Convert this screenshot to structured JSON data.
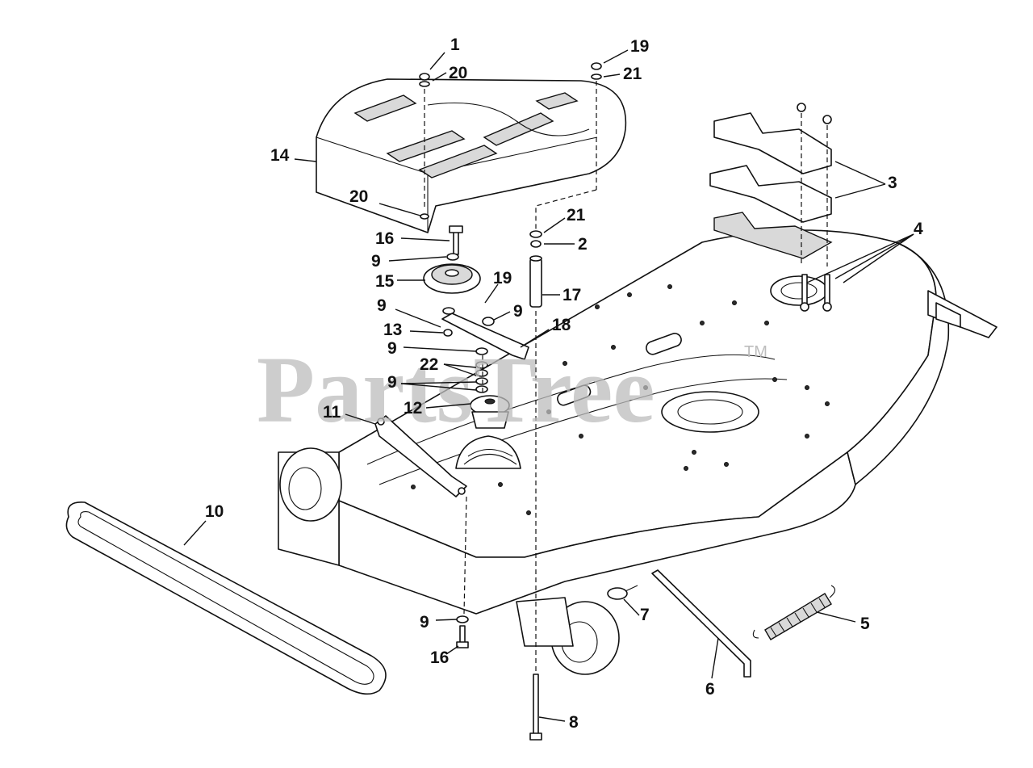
{
  "watermark": {
    "text": "PartsTree",
    "trademark": "TM"
  },
  "callouts": [
    {
      "id": "c1",
      "label": "1"
    },
    {
      "id": "c20a",
      "label": "20"
    },
    {
      "id": "c19a",
      "label": "19"
    },
    {
      "id": "c21a",
      "label": "21"
    },
    {
      "id": "c14",
      "label": "14"
    },
    {
      "id": "c20b",
      "label": "20"
    },
    {
      "id": "c3",
      "label": "3"
    },
    {
      "id": "c4",
      "label": "4"
    },
    {
      "id": "c21b",
      "label": "21"
    },
    {
      "id": "c16a",
      "label": "16"
    },
    {
      "id": "c2",
      "label": "2"
    },
    {
      "id": "c9a",
      "label": "9"
    },
    {
      "id": "c15",
      "label": "15"
    },
    {
      "id": "c19b",
      "label": "19"
    },
    {
      "id": "c17",
      "label": "17"
    },
    {
      "id": "c9b",
      "label": "9"
    },
    {
      "id": "c9c",
      "label": "9"
    },
    {
      "id": "c13",
      "label": "13"
    },
    {
      "id": "c18",
      "label": "18"
    },
    {
      "id": "c9d",
      "label": "9"
    },
    {
      "id": "c22",
      "label": "22"
    },
    {
      "id": "c9e",
      "label": "9"
    },
    {
      "id": "c12",
      "label": "12"
    },
    {
      "id": "c11",
      "label": "11"
    },
    {
      "id": "c10",
      "label": "10"
    },
    {
      "id": "c9f",
      "label": "9"
    },
    {
      "id": "c7",
      "label": "7"
    },
    {
      "id": "c5",
      "label": "5"
    },
    {
      "id": "c16b",
      "label": "16"
    },
    {
      "id": "c6",
      "label": "6"
    },
    {
      "id": "c8",
      "label": "8"
    }
  ]
}
